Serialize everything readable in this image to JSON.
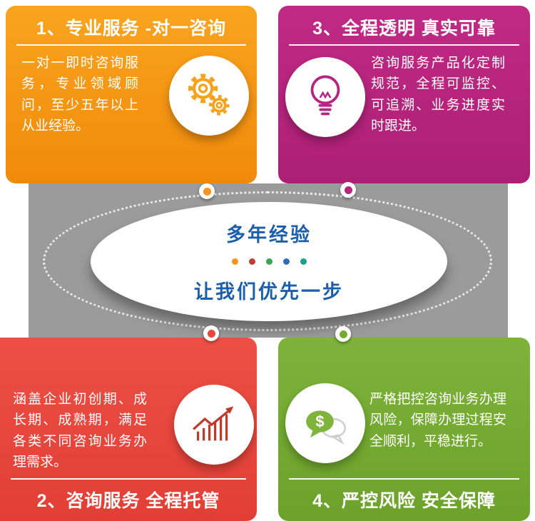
{
  "cards": {
    "c1": {
      "title": "1、专业服务 -对一咨询",
      "body": "一对一即时咨询服务，专业领域顾问，至少五年以上从业经验。",
      "color": "#F6921E",
      "icon": "gears-icon"
    },
    "c3": {
      "title": "3、全程透明 真实可靠",
      "body": "咨询服务产品化定制规范，全程可监控、可追溯、业务进度实时跟进。",
      "color": "#B72582",
      "icon": "lightbulb-icon"
    },
    "c2": {
      "title": "2、咨询服务 全程托管",
      "body": "涵盖企业初创期、成长期、成熟期，满足各类不同咨询业务办理需求。",
      "color": "#E8473F",
      "icon": "growth-chart-icon"
    },
    "c4": {
      "title": "4、严控风险 安全保障",
      "body": "严格把控咨询业务办理风险，保障办理过程安全顺利，平稳进行。",
      "color": "#76AC2F",
      "icon": "money-chat-icon"
    }
  },
  "center": {
    "line1": "多年经验",
    "line2": "让我们优先一步",
    "text_color": "#1B5EAC",
    "band_color": "#9B9B9B",
    "dot_colors": [
      "#F6921E",
      "#C13B2F",
      "#3DA35A",
      "#2E6DB4",
      "#19A089"
    ]
  },
  "nodes": {
    "n1": "#F6921E",
    "n2": "#B72582",
    "n3": "#E8473F",
    "n4": "#76AC2F"
  }
}
